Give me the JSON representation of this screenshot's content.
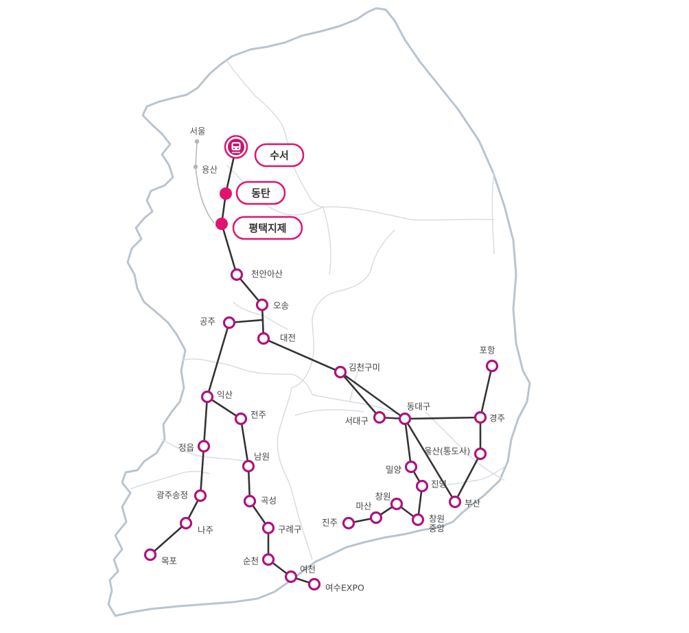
{
  "map": {
    "colors": {
      "line": "#333333",
      "station_ring": "#b0127a",
      "srt_station": "#e2136e",
      "region_border": "#d8dde3",
      "coast": "#b9c4cf",
      "seoul_line": "#b8b8b8"
    },
    "srt_stations": [
      {
        "id": "suseo",
        "name": "수서",
        "icon": "train-icon"
      },
      {
        "id": "dongtan",
        "name": "동탄"
      },
      {
        "id": "pyeongtaek",
        "name": "평택지제"
      }
    ],
    "stations": [
      {
        "id": "seoul",
        "name": "서울",
        "gray": true
      },
      {
        "id": "yongsan",
        "name": "용산",
        "gray": true
      },
      {
        "id": "cheonan",
        "name": "천안아산"
      },
      {
        "id": "osong",
        "name": "오송"
      },
      {
        "id": "gongju",
        "name": "공주"
      },
      {
        "id": "daejeon",
        "name": "대전"
      },
      {
        "id": "gimcheon",
        "name": "김천구미"
      },
      {
        "id": "pohang",
        "name": "포항"
      },
      {
        "id": "iksan",
        "name": "익산"
      },
      {
        "id": "jeonju",
        "name": "전주"
      },
      {
        "id": "dongdaegu",
        "name": "동대구"
      },
      {
        "id": "seodaegu",
        "name": "서대구"
      },
      {
        "id": "gyeongju",
        "name": "경주"
      },
      {
        "id": "jeongeup",
        "name": "정읍"
      },
      {
        "id": "namwon",
        "name": "남원"
      },
      {
        "id": "ulsan",
        "name": "울산(통도사)"
      },
      {
        "id": "miryang",
        "name": "밀양"
      },
      {
        "id": "jinyeong",
        "name": "진영"
      },
      {
        "id": "gwangju",
        "name": "광주송정"
      },
      {
        "id": "gokseong",
        "name": "곡성"
      },
      {
        "id": "busan",
        "name": "부산"
      },
      {
        "id": "changwon",
        "name": "창원"
      },
      {
        "id": "masan",
        "name": "마산"
      },
      {
        "id": "jinju",
        "name": "진주"
      },
      {
        "id": "changwonjungang",
        "name": "창원\n중앙"
      },
      {
        "id": "naju",
        "name": "나주"
      },
      {
        "id": "gurye",
        "name": "구례구"
      },
      {
        "id": "mokpo",
        "name": "목포"
      },
      {
        "id": "suncheon",
        "name": "순천"
      },
      {
        "id": "yeocheon",
        "name": "여천"
      },
      {
        "id": "yeosu",
        "name": "여수EXPO"
      }
    ]
  }
}
